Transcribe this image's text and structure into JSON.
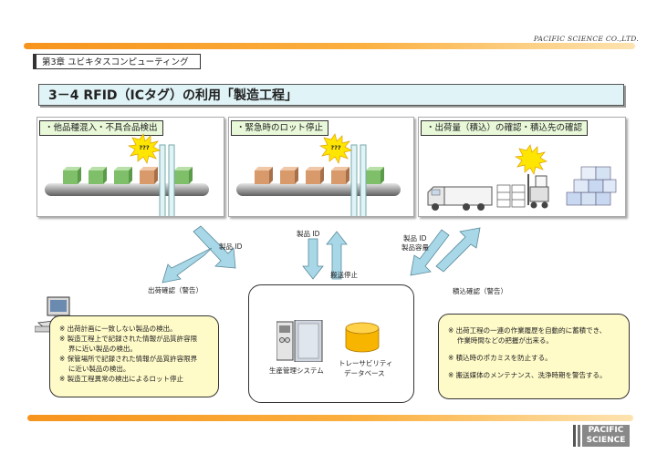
{
  "company": "PACIFIC SCIENCE CO.,LTD.",
  "chapter": "第3章 ユビキタスコンピューティング",
  "title": "3－4 RFID（ICタグ）の利用「製造工程」",
  "panels": [
    {
      "label": "・他品種混入・不具合品検出",
      "alert": "???"
    },
    {
      "label": "・緊急時のロット停止",
      "alert": "???"
    },
    {
      "label": "・出荷量（積込）の確認・積込先の確認"
    }
  ],
  "arrows": {
    "left_down": "製品 ID",
    "left_up": "出荷確認（警告）",
    "mid_down": "製品 ID",
    "mid_up": "搬送停止",
    "right_down_1": "製品 ID",
    "right_down_2": "製品容量",
    "right_up": "積込確認（警告）"
  },
  "center": {
    "system": "生産管理システム",
    "db_line1": "トレーサビリティ",
    "db_line2": "データベース"
  },
  "left_note": [
    "※ 出荷計画に一致しない製品の検出。",
    "※ 製造工程上で記録された情報が品質許容限",
    "　 界に近い製品の検出。",
    "※ 保管場所で記録された情報が品質許容限界",
    "　 に近い製品の検出。",
    "※ 製造工程異常の検出によるロット停止"
  ],
  "right_note": [
    "※ 出荷工程の一連の作業履歴を自動的に蓄積でき、",
    "　 作業時間などの把握が出来る。",
    "※ 積込時のポカミスを防止する。",
    "※ 搬送媒体のメンテナンス、洗浄時期を警告する。"
  ],
  "logo_line1": "PACIFIC",
  "logo_line2": "SCIENCE",
  "colors": {
    "accent_orange": "#f7941d",
    "title_bg": "#e0f3f7",
    "arrow": "#a8d8e8",
    "note_bg": "#fffbc8",
    "label_bg": "#e8f8d8"
  }
}
